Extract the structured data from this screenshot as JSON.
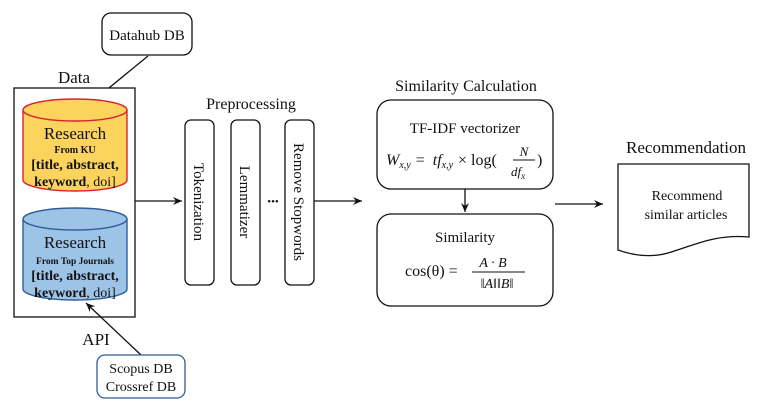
{
  "sources": {
    "datahub": "Datahub DB",
    "scopus": "Scopus DB",
    "crossref": "Crossref DB",
    "api_label": "API"
  },
  "data_panel": {
    "title": "Data",
    "ku_db": {
      "title": "Research",
      "subtitle": "From KU",
      "fields_line1": "[title, abstract,",
      "fields_line2_bold": "keyword",
      "fields_line2_rest": ", doi]",
      "fill_color": "#fcd35c",
      "stroke_color": "#d9232e"
    },
    "journals_db": {
      "title": "Research",
      "subtitle": "From Top Journals",
      "fields_line1": "[title, abstract,",
      "fields_line2_bold": "keyword",
      "fields_line2_rest": ", doi]",
      "fill_color": "#9dc3e6",
      "stroke_color": "#2e5e9a"
    }
  },
  "preprocessing": {
    "title": "Preprocessing",
    "steps": [
      "Tokenization",
      "Lemmatizer",
      "Remove Stopwords"
    ],
    "ellipsis": "•••"
  },
  "similarity": {
    "title": "Similarity Calculation",
    "tfidf": {
      "label": "TF-IDF vectorizer",
      "formula_lhs": "W",
      "formula_lhs_sub": "x,y",
      "formula_eq": "=",
      "formula_tf": "tf",
      "formula_tf_sub": "x,y",
      "formula_times": "× log(",
      "formula_num": "N",
      "formula_den": "df",
      "formula_den_sub": "x",
      "formula_close": ")"
    },
    "cosine": {
      "label": "Similarity",
      "formula_lhs": "cos(θ) =",
      "formula_num": "A · B",
      "formula_den": "‖A‖‖B‖"
    }
  },
  "recommendation": {
    "title": "Recommendation",
    "line1": "Recommend",
    "line2": "similar articles"
  }
}
